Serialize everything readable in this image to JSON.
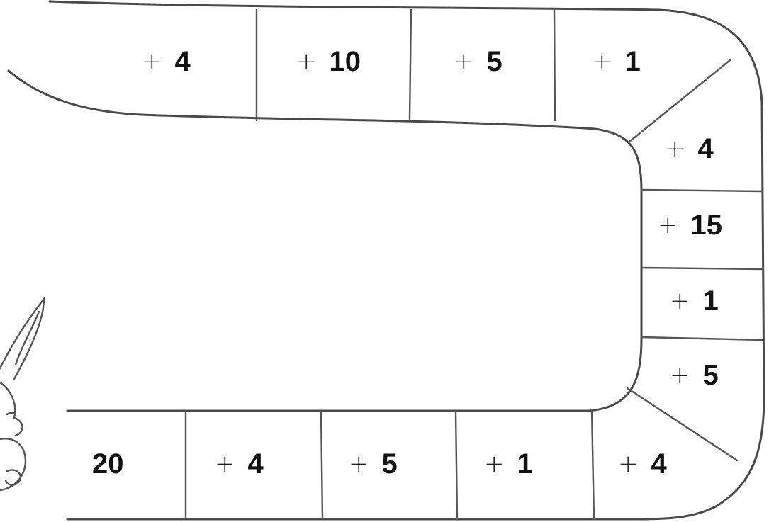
{
  "start": {
    "value": "20"
  },
  "cells": [
    {
      "op": "+",
      "value": "4"
    },
    {
      "op": "+",
      "value": "10"
    },
    {
      "op": "+",
      "value": "5"
    },
    {
      "op": "+",
      "value": "1"
    },
    {
      "op": "+",
      "value": "4"
    },
    {
      "op": "+",
      "value": "15"
    },
    {
      "op": "+",
      "value": "1"
    },
    {
      "op": "+",
      "value": "5"
    },
    {
      "op": "+",
      "value": "4"
    },
    {
      "op": "+",
      "value": "1"
    },
    {
      "op": "+",
      "value": "5"
    },
    {
      "op": "+",
      "value": "4"
    }
  ],
  "icons": {
    "character": "bunny-icon"
  },
  "colors": {
    "line": "#4a4a4a",
    "text": "#111111",
    "background": "#ffffff"
  }
}
